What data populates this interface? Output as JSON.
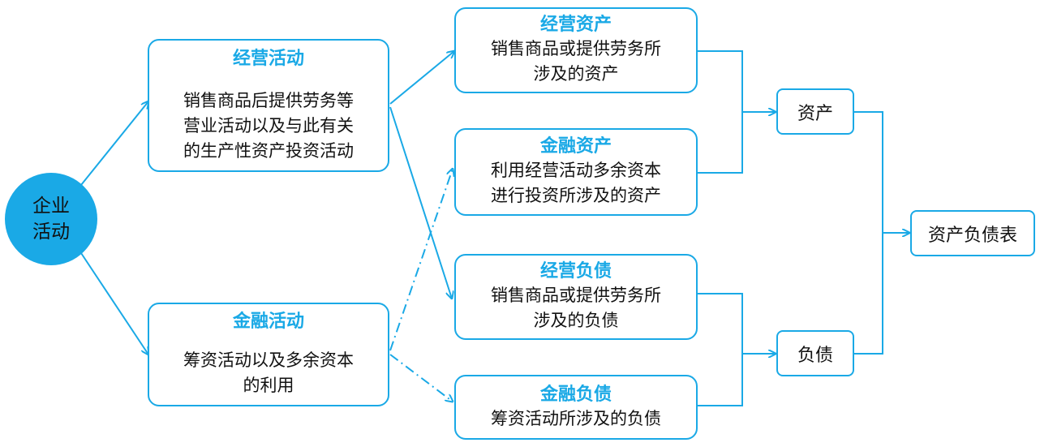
{
  "root": {
    "line1": "企业",
    "line2": "活动"
  },
  "activities": {
    "operating": {
      "title": "经营活动",
      "lines": [
        "销售商品后提供劳务等",
        "营业活动以及与此有关",
        "的生产性资产投资活动"
      ]
    },
    "financing": {
      "title": "金融活动",
      "lines": [
        "筹资活动以及多余资本",
        "的利用"
      ]
    }
  },
  "items": {
    "op_asset": {
      "title": "经营资产",
      "lines": [
        "销售商品或提供劳务所",
        "涉及的资产"
      ]
    },
    "fin_asset": {
      "title": "金融资产",
      "lines": [
        "利用经营活动多余资本",
        "进行投资所涉及的资产"
      ]
    },
    "op_liab": {
      "title": "经营负债",
      "lines": [
        "销售商品或提供劳务所",
        "涉及的负债"
      ]
    },
    "fin_liab": {
      "title": "金融负债",
      "lines": [
        "筹资活动所涉及的负债"
      ]
    }
  },
  "totals": {
    "assets": "资产",
    "liabilities": "负债",
    "balance_sheet": "资产负债表"
  },
  "colors": {
    "accent": "#1aa9e6"
  }
}
